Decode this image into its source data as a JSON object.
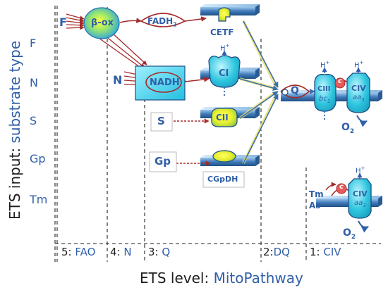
{
  "y_axis": {
    "prefix": "ETS input: ",
    "suffix": "substrate type",
    "rows": [
      "F",
      "N",
      "S",
      "Gp",
      "Tm"
    ]
  },
  "x_axis": {
    "prefix": "ETS level: ",
    "suffix": "MitoPathway",
    "levels": [
      {
        "num": "5:",
        "name": "FAO"
      },
      {
        "num": "4:",
        "name": "N"
      },
      {
        "num": "3:",
        "name": "Q"
      },
      {
        "num": "2:",
        "name": "DQ"
      },
      {
        "num": "1:",
        "name": "CIV"
      }
    ]
  },
  "nodes": {
    "f_label": "F",
    "beta_ox": "β-ox",
    "fadh2": "FADH",
    "fadh2_sub": "2",
    "cetf": "CETF",
    "n_label": "N",
    "nadh": "NADH",
    "ci": "CI",
    "s_label": "S",
    "cii": "CII",
    "gp_label": "Gp",
    "cgpdh": "CGpDH",
    "q": "Q",
    "ciii": "CIII",
    "ciii_sub_main": "bc",
    "ciii_sub": "1",
    "civ": "CIV",
    "civ_sub_main": "aa",
    "civ_sub": "3",
    "c": "c",
    "o2": "O",
    "o2_sub": "2",
    "h_plus": "H",
    "h_plus_sup": "+",
    "tm_label": "Tm",
    "as_label": "As"
  },
  "colors": {
    "text_blue": "#2f5fa8",
    "arrow_red": "#a52a2a",
    "arrow_blue": "#3a6fb0",
    "arrow_yellow": "#e8e070",
    "membrane": "#3f79b8",
    "complex_fill": "#28c0d8"
  }
}
